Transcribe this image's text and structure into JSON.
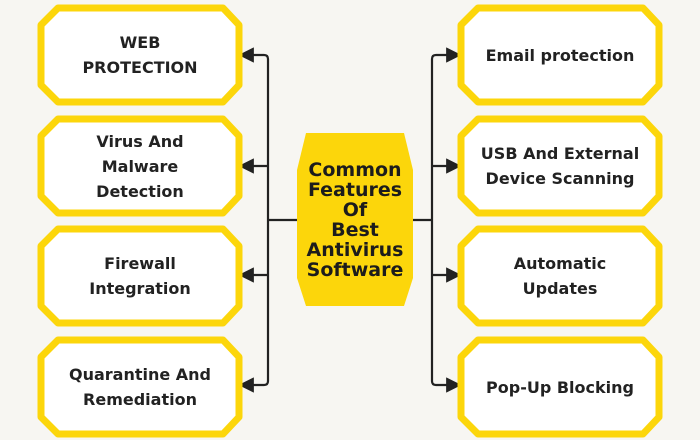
{
  "center": {
    "label": "Common\nFeatures Of\nBest\nAntivirus\nSoftware"
  },
  "left_items": [
    {
      "label": "WEB\nPROTECTION"
    },
    {
      "label": "Virus And\nMalware\nDetection"
    },
    {
      "label": "Firewall\nIntegration"
    },
    {
      "label": "Quarantine And\nRemediation"
    }
  ],
  "right_items": [
    {
      "label": "Email protection"
    },
    {
      "label": "USB And External\nDevice Scanning"
    },
    {
      "label": "Automatic\nUpdates"
    },
    {
      "label": "Pop-Up Blocking"
    }
  ],
  "colors": {
    "background": "#f7f6f2",
    "accent": "#fcd60b",
    "box_fill": "#ffffff",
    "line": "#222222",
    "text": "#222222"
  }
}
